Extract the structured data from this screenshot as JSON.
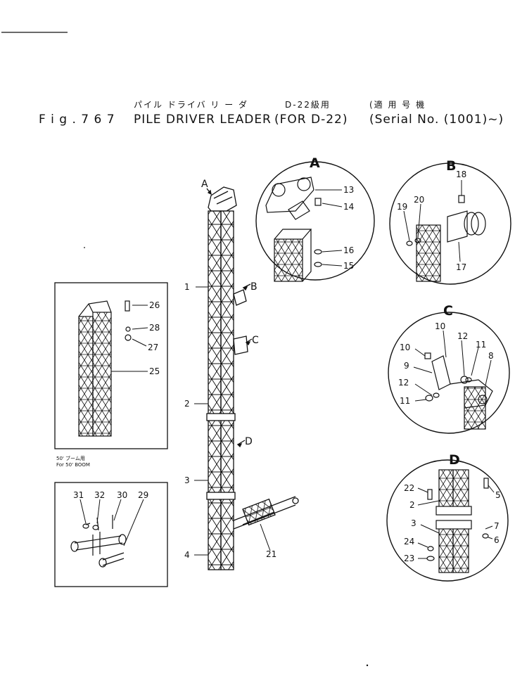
{
  "title": {
    "jp_name": "パイル ドライバ リ ー ダ",
    "jp_model": "D-22級用",
    "jp_serial": "(適 用 号 機",
    "fig_label": "F i g .  7 6 7",
    "en_name": "PILE  DRIVER LEADER",
    "en_model": "(FOR D-22)",
    "serial": "(Serial No. (1001)~)"
  },
  "views": {
    "A": "A",
    "B": "B",
    "C": "C",
    "D": "D"
  },
  "main_callouts": {
    "p1": "1",
    "p2": "2",
    "p3": "3",
    "p4": "4",
    "p21": "21",
    "pA": "A",
    "pB": "B",
    "pC": "C",
    "pD": "D"
  },
  "view_a_parts": [
    "13",
    "14",
    "16",
    "15"
  ],
  "view_b_parts": [
    "18",
    "20",
    "19",
    "17"
  ],
  "view_c_parts": [
    "10",
    "12",
    "11",
    "10",
    "9",
    "8",
    "12",
    "11"
  ],
  "view_d_parts": [
    "22",
    "2",
    "5",
    "3",
    "7",
    "24",
    "6",
    "23"
  ],
  "boom_box": {
    "parts": [
      "26",
      "28",
      "27",
      "25"
    ],
    "caption_jp": "50' ブーム用",
    "caption_en": "For 50' BOOM"
  },
  "pin_box": {
    "parts": [
      "31",
      "32",
      "30",
      "29"
    ]
  },
  "colors": {
    "ink": "#111111",
    "paper": "#ffffff"
  }
}
